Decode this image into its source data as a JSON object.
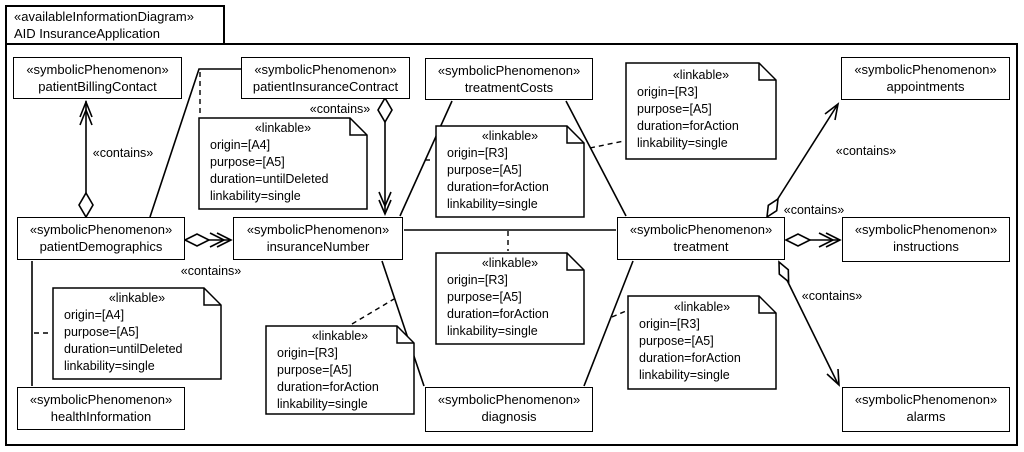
{
  "frame": {
    "stereotype": "«availableInformationDiagram»",
    "name": "AID InsuranceApplication"
  },
  "boxes": [
    {
      "stereotype": "«symbolicPhenomenon»",
      "name": "patientBillingContact"
    },
    {
      "stereotype": "«symbolicPhenomenon»",
      "name": "patientInsuranceContract"
    },
    {
      "stereotype": "«symbolicPhenomenon»",
      "name": "treatmentCosts"
    },
    {
      "stereotype": "«symbolicPhenomenon»",
      "name": "appointments"
    },
    {
      "stereotype": "«symbolicPhenomenon»",
      "name": "patientDemographics"
    },
    {
      "stereotype": "«symbolicPhenomenon»",
      "name": "insuranceNumber"
    },
    {
      "stereotype": "«symbolicPhenomenon»",
      "name": "treatment"
    },
    {
      "stereotype": "«symbolicPhenomenon»",
      "name": "instructions"
    },
    {
      "stereotype": "«symbolicPhenomenon»",
      "name": "healthInformation"
    },
    {
      "stereotype": "«symbolicPhenomenon»",
      "name": "diagnosis"
    },
    {
      "stereotype": "«symbolicPhenomenon»",
      "name": "alarms"
    }
  ],
  "notes": [
    {
      "stereotype": "«linkable»",
      "lines": [
        "origin=[A4]",
        "purpose=[A5]",
        "duration=untilDeleted",
        "linkability=single"
      ]
    },
    {
      "stereotype": "«linkable»",
      "lines": [
        "origin=[R3]",
        "purpose=[A5]",
        "duration=forAction",
        "linkability=single"
      ]
    },
    {
      "stereotype": "«linkable»",
      "lines": [
        "origin=[R3]",
        "purpose=[A5]",
        "duration=forAction",
        "linkability=single"
      ]
    },
    {
      "stereotype": "«linkable»",
      "lines": [
        "origin=[A4]",
        "purpose=[A5]",
        "duration=untilDeleted",
        "linkability=single"
      ]
    },
    {
      "stereotype": "«linkable»",
      "lines": [
        "origin=[R3]",
        "purpose=[A5]",
        "duration=forAction",
        "linkability=single"
      ]
    },
    {
      "stereotype": "«linkable»",
      "lines": [
        "origin=[R3]",
        "purpose=[A5]",
        "duration=forAction",
        "linkability=single"
      ]
    },
    {
      "stereotype": "«linkable»",
      "lines": [
        "origin=[R3]",
        "purpose=[A5]",
        "duration=forAction",
        "linkability=single"
      ]
    }
  ],
  "labels": {
    "contains": "«contains»"
  },
  "colors": {
    "stroke": "#000000",
    "background": "#ffffff"
  }
}
